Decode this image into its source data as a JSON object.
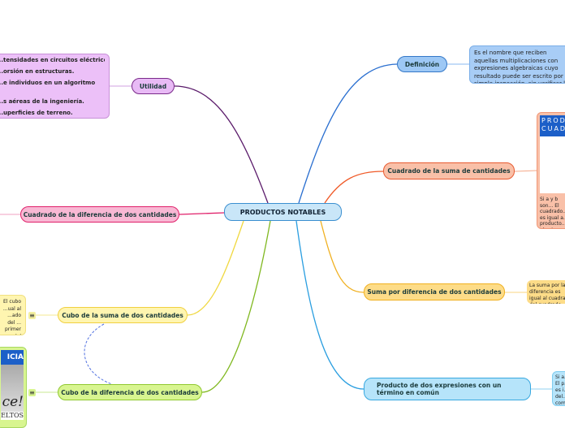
{
  "central": "PRODUCTOS NOTABLES",
  "definicion": {
    "label": "Definición",
    "note": "Es el nombre que reciben aquellas multiplicaciones con expresiones algebraicas cuyo resultado puede ser escrito por simple inspección, sin verificar la multiplicación que cumplen ciertas reglas fijas."
  },
  "cuadrado_suma": {
    "label": "Cuadrado de la suma de cantidades",
    "image_title": "PRODUCTOS CUADRADOS",
    "note": "Si a y b son... El cuadrado... es igual a... producto... término."
  },
  "suma_diferencia": {
    "label": "Suma por diferencia de dos cantidades",
    "note": "La suma por la diferencia es igual al cuadrado del cuadrado del..."
  },
  "producto_comun": {
    "label": "Producto de dos expresiones con un término en común",
    "note": "Si a... El p... es i... del... com..."
  },
  "utilidad": {
    "label": "Utilidad",
    "items": [
      "...tensidades en circuitos eléctricos.",
      "...orsión en estructuras.",
      "...e individuos en un algoritmo",
      "...s aéreas de la ingeniería.",
      "...uperficies de terreno."
    ]
  },
  "cuadrado_diferencia": {
    "label": "Cuadrado de la diferencia de dos cantidades"
  },
  "cubo_suma": {
    "label": "Cubo de la suma de dos cantidades",
    "note": "El cubo ...ual al ...ado del ... primer ...o del"
  },
  "cubo_diferencia": {
    "label": "Cubo de la diferencia de dos cantidades",
    "image_title": "ICIA",
    "image_text": "ce!",
    "image_footer": "ELTOS"
  }
}
